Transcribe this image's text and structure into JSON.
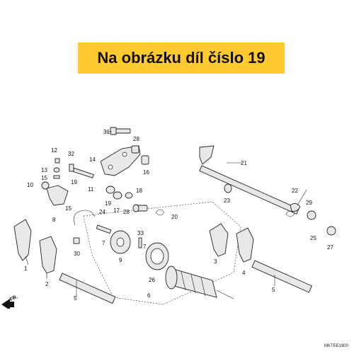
{
  "banner": {
    "text": "Na obrázku díl číslo 19",
    "color": "#ffc930"
  },
  "diagram_code": "MKTEE1900",
  "direction_label": "FR.",
  "part_labels": [
    {
      "id": "31",
      "text": "31"
    },
    {
      "id": "28a",
      "text": "28"
    },
    {
      "id": "32",
      "text": "32"
    },
    {
      "id": "14",
      "text": "14"
    },
    {
      "id": "12",
      "text": "12"
    },
    {
      "id": "13",
      "text": "13"
    },
    {
      "id": "15",
      "text": "15"
    },
    {
      "id": "10",
      "text": "10"
    },
    {
      "id": "16",
      "text": "16"
    },
    {
      "id": "19a",
      "text": "19"
    },
    {
      "id": "11",
      "text": "11"
    },
    {
      "id": "15b",
      "text": "15"
    },
    {
      "id": "18",
      "text": "18"
    },
    {
      "id": "7a",
      "text": "7"
    },
    {
      "id": "9",
      "text": "9"
    },
    {
      "id": "8",
      "text": "8"
    },
    {
      "id": "24",
      "text": "24"
    },
    {
      "id": "19b",
      "text": "19"
    },
    {
      "id": "17",
      "text": "17"
    },
    {
      "id": "28b",
      "text": "28"
    },
    {
      "id": "20",
      "text": "20"
    },
    {
      "id": "21",
      "text": "21"
    },
    {
      "id": "22",
      "text": "22"
    },
    {
      "id": "23",
      "text": "23"
    },
    {
      "id": "29",
      "text": "29"
    },
    {
      "id": "25",
      "text": "25"
    },
    {
      "id": "27",
      "text": "27"
    },
    {
      "id": "33",
      "text": "33"
    },
    {
      "id": "30",
      "text": "30"
    },
    {
      "id": "7b",
      "text": "7"
    },
    {
      "id": "1",
      "text": "1"
    },
    {
      "id": "2",
      "text": "2"
    },
    {
      "id": "26",
      "text": "26"
    },
    {
      "id": "3",
      "text": "3"
    },
    {
      "id": "4",
      "text": "4"
    },
    {
      "id": "6",
      "text": "6"
    },
    {
      "id": "5a",
      "text": "5"
    },
    {
      "id": "5b",
      "text": "5"
    }
  ]
}
